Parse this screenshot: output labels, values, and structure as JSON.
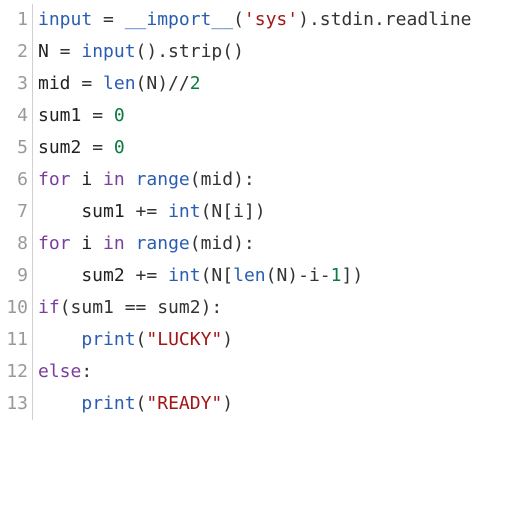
{
  "editor": {
    "language": "python",
    "colors": {
      "keyword": "#7a3e9d",
      "function": "#2a5db0",
      "operator": "#333333",
      "string": "#a31515",
      "number": "#0b7a3e",
      "text": "#222222",
      "line_number": "#999999"
    },
    "lines": [
      {
        "number": "1",
        "text": "input = __import__('sys').stdin.readline"
      },
      {
        "number": "2",
        "text": "N = input().strip()"
      },
      {
        "number": "3",
        "text": "mid = len(N)//2"
      },
      {
        "number": "4",
        "text": "sum1 = 0"
      },
      {
        "number": "5",
        "text": "sum2 = 0"
      },
      {
        "number": "6",
        "text": "for i in range(mid):"
      },
      {
        "number": "7",
        "text": "    sum1 += int(N[i])"
      },
      {
        "number": "8",
        "text": "for i in range(mid):"
      },
      {
        "number": "9",
        "text": "    sum2 += int(N[len(N)-i-1])"
      },
      {
        "number": "10",
        "text": "if(sum1 == sum2):"
      },
      {
        "number": "11",
        "text": "    print(\"LUCKY\")"
      },
      {
        "number": "12",
        "text": "else:"
      },
      {
        "number": "13",
        "text": "    print(\"READY\")"
      }
    ]
  }
}
